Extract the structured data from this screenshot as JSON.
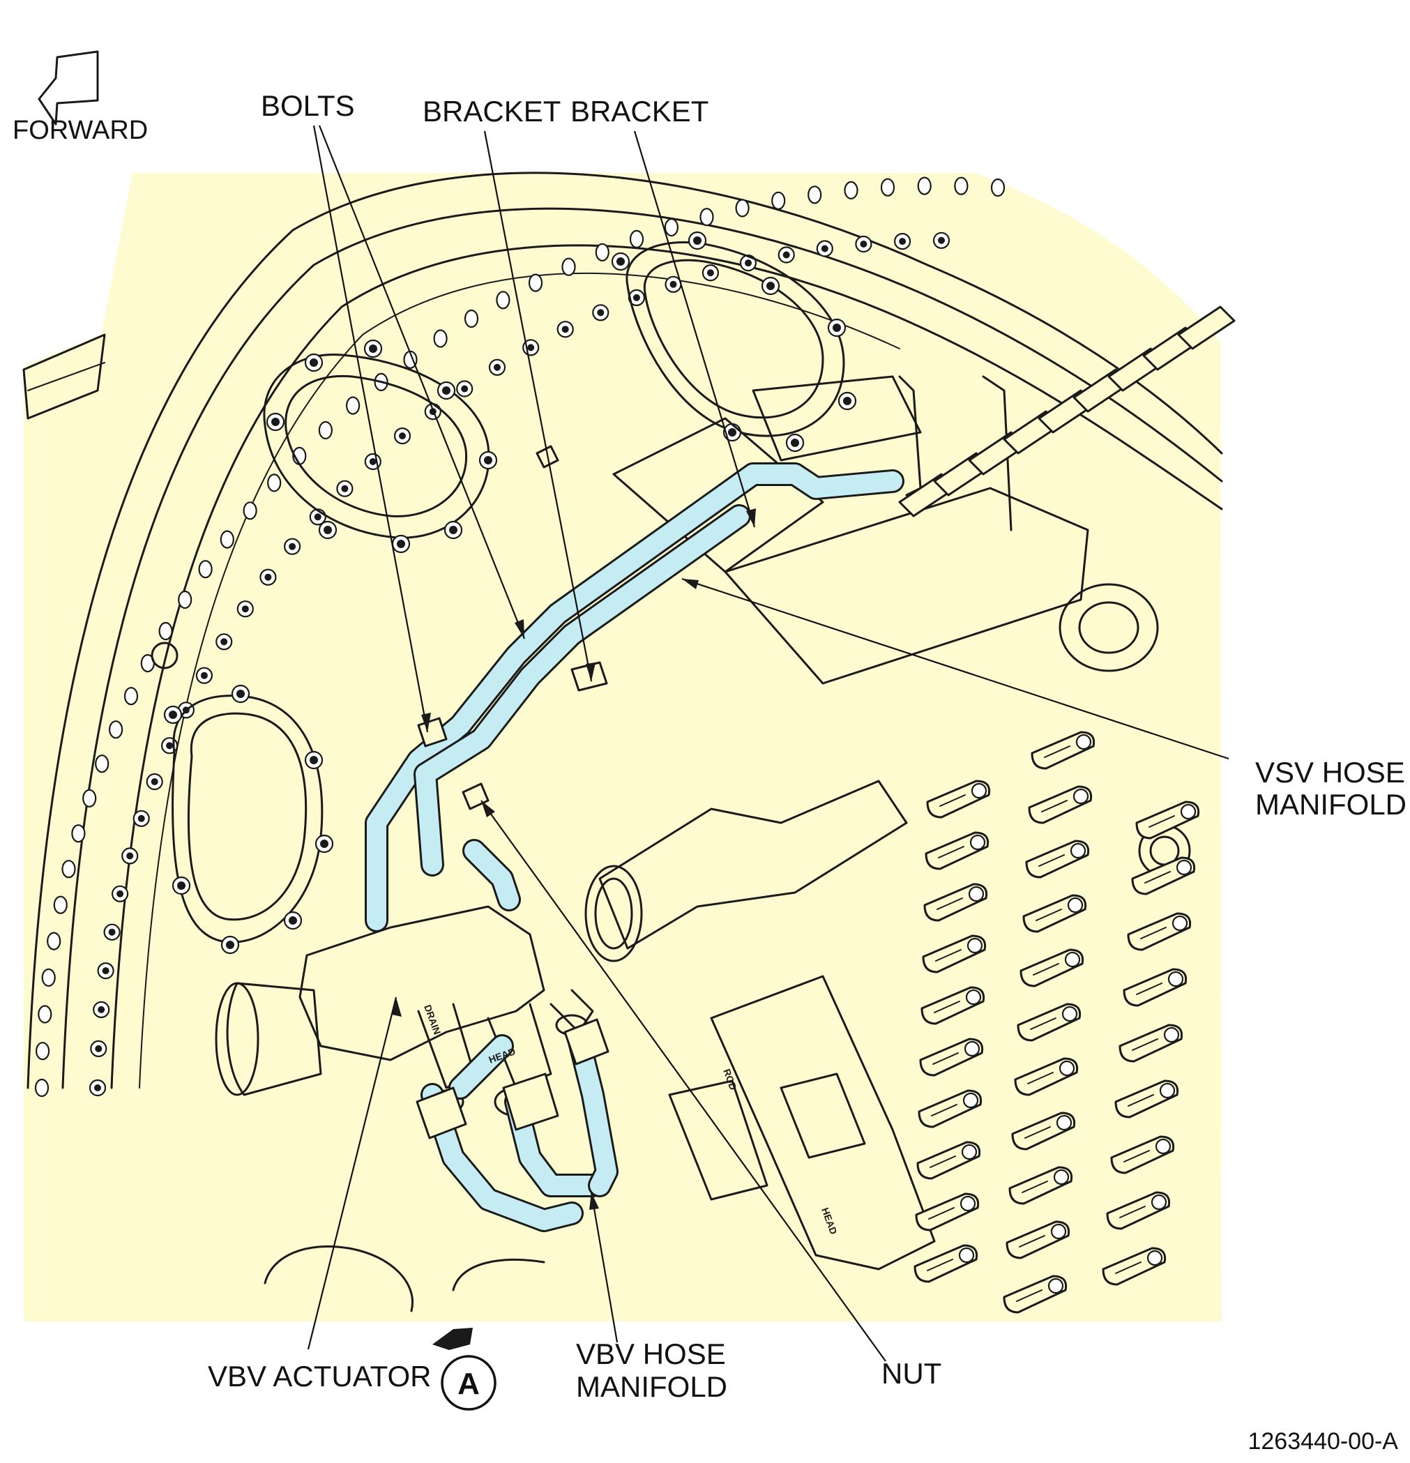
{
  "figure": {
    "background_color": "#fffbd1",
    "hose_color": "#c6ecf3",
    "ink_color": "#1a1a1a",
    "figure_number": "1263440-00-A"
  },
  "orientation": {
    "label": "FORWARD",
    "icon": "forward-arrow-icon"
  },
  "view_marker": {
    "letter": "A",
    "icon": "view-direction-arrow-icon"
  },
  "callouts": {
    "bolts": "BOLTS",
    "bracket_1": "BRACKET",
    "bracket_2": "BRACKET",
    "vsv_hose_manifold": [
      "VSV HOSE",
      "MANIFOLD"
    ],
    "vbv_actuator": "VBV ACTUATOR",
    "vbv_hose_manifold": [
      "VBV HOSE",
      "MANIFOLD"
    ],
    "nut": "NUT"
  },
  "part_markings": {
    "drain": "DRAIN",
    "head": "HEAD",
    "rod": "ROD"
  }
}
